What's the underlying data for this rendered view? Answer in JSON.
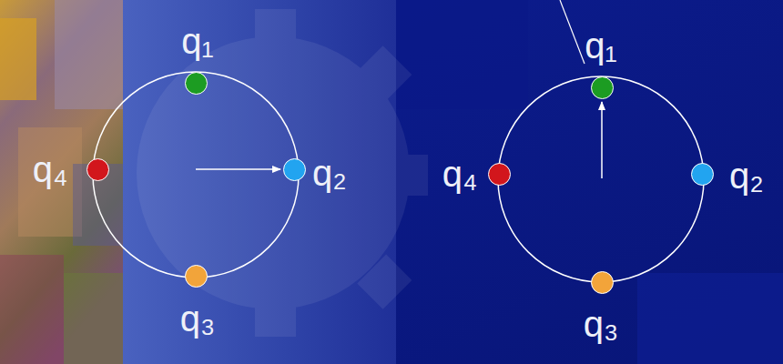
{
  "diagram": {
    "nodes": [
      {
        "text": [
          "q₁"
        ]
      },
      {
        "text": [
          "q₄"
        ]
      },
      {
        "text": [
          "q₂"
        ]
      },
      {
        "text": [
          "q₃"
        ]
      },
      {
        "text": [
          "q₁"
        ]
      },
      {
        "text": [
          "q₄"
        ]
      },
      {
        "text": [
          "q₂"
        ]
      },
      {
        "text": [
          "q₃"
        ]
      }
    ]
  }
}
